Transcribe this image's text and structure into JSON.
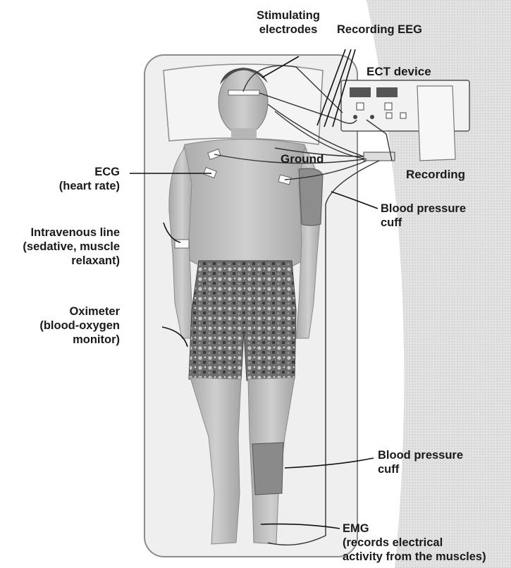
{
  "labels": {
    "stimulating": [
      "Stimulating",
      "electrodes"
    ],
    "recording_eeg": [
      "Recording EEG"
    ],
    "ect_device": [
      "ECT device"
    ],
    "ground": [
      "Ground"
    ],
    "recording": [
      "Recording"
    ],
    "ecg": [
      "ECG",
      "(heart rate)"
    ],
    "bp_cuff_arm": [
      "Blood pressure",
      "cuff"
    ],
    "iv_line": [
      "Intravenous line",
      "(sedative, muscle",
      "relaxant)"
    ],
    "oximeter": [
      "Oximeter",
      "(blood-oxygen",
      "monitor)"
    ],
    "bp_cuff_leg": [
      "Blood pressure",
      "cuff"
    ],
    "emg": [
      "EMG",
      "(records electrical",
      "activity from the muscles)"
    ]
  },
  "colors": {
    "background_right": "#e6e6e6",
    "mat": "#ececec",
    "skin": "#bcbcbc",
    "shorts": "#7a7a7a",
    "cuff": "#8a8a8a",
    "line": "#1a1a1a"
  }
}
